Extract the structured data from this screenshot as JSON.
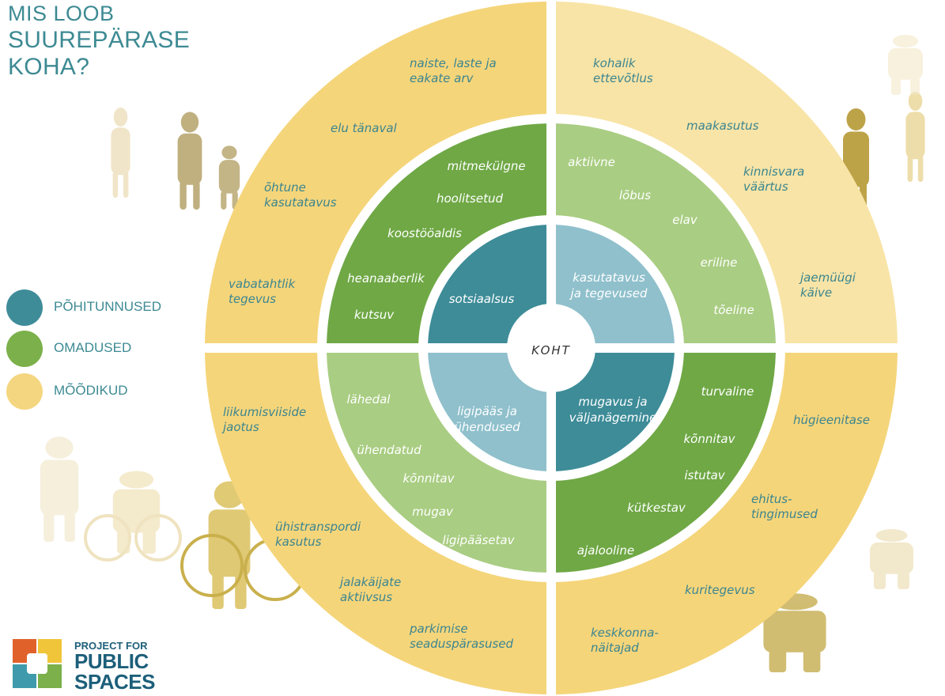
{
  "title": {
    "line1": "MIS LOOB",
    "line2": "SUUREPÄRASE",
    "line3": "KOHA?"
  },
  "center": "KOHT",
  "legend": [
    {
      "label": "PÕHITUNNUSED",
      "color": "#3f8c99"
    },
    {
      "label": "OMADUSED",
      "color": "#7bb04a"
    },
    {
      "label": "MÕÕDIKUD",
      "color": "#f5d680"
    }
  ],
  "colors": {
    "core": "#3d8c98",
    "core_light": "#8fc0cc",
    "attr": "#6fa845",
    "attr_light": "#a9cd82",
    "metric": "#f5d57a",
    "metric_light": "#f8e4a6",
    "text_teal": "#3b8590",
    "gap": "#ffffff"
  },
  "quadrants": {
    "top_left": {
      "core": [
        "sotsiaalsus"
      ],
      "attributes": [
        "mitmekülgne",
        "hoolitsetud",
        "koostööaldis",
        "heanaaberlik",
        "kutsuv"
      ],
      "metrics": [
        [
          "naiste, laste ja",
          "eakate arv"
        ],
        [
          "elu tänaval"
        ],
        [
          "õhtune",
          "kasutatavus"
        ],
        [
          "vabatahtlik",
          "tegevus"
        ]
      ]
    },
    "top_right": {
      "core": [
        "kasutatavus",
        "ja tegevused"
      ],
      "attributes": [
        "aktiivne",
        "lõbus",
        "elav",
        "eriline",
        "tõeline"
      ],
      "metrics": [
        [
          "kohalik",
          "ettevõtlus"
        ],
        [
          "maakasutus"
        ],
        [
          "kinnisvara",
          "väärtus"
        ],
        [
          "jaemüügi",
          "käive"
        ]
      ]
    },
    "bottom_left": {
      "core": [
        "ligipääs ja",
        "ühendused"
      ],
      "attributes": [
        "lähedal",
        "ühendatud",
        "kõnnitav",
        "mugav",
        "ligipääsetav"
      ],
      "metrics": [
        [
          "liikumisviiside",
          "jaotus"
        ],
        [
          "ühistranspordi",
          "kasutus"
        ],
        [
          "jalakäijate",
          "aktiivsus"
        ],
        [
          "parkimise",
          "seaduspärasused"
        ]
      ]
    },
    "bottom_right": {
      "core": [
        "mugavus ja",
        "väljanägemine"
      ],
      "attributes": [
        "turvaline",
        "kõnnitav",
        "istutav",
        "kütkestav",
        "ajalooline"
      ],
      "metrics": [
        [
          "hügieenitase"
        ],
        [
          "ehitus-",
          "tingimused"
        ],
        [
          "kuritegevus"
        ],
        [
          "keskkonna-",
          "näitajad"
        ]
      ]
    }
  },
  "logo": {
    "line1": "PROJECT FOR",
    "line2": "PUBLIC",
    "line3": "SPACES"
  }
}
